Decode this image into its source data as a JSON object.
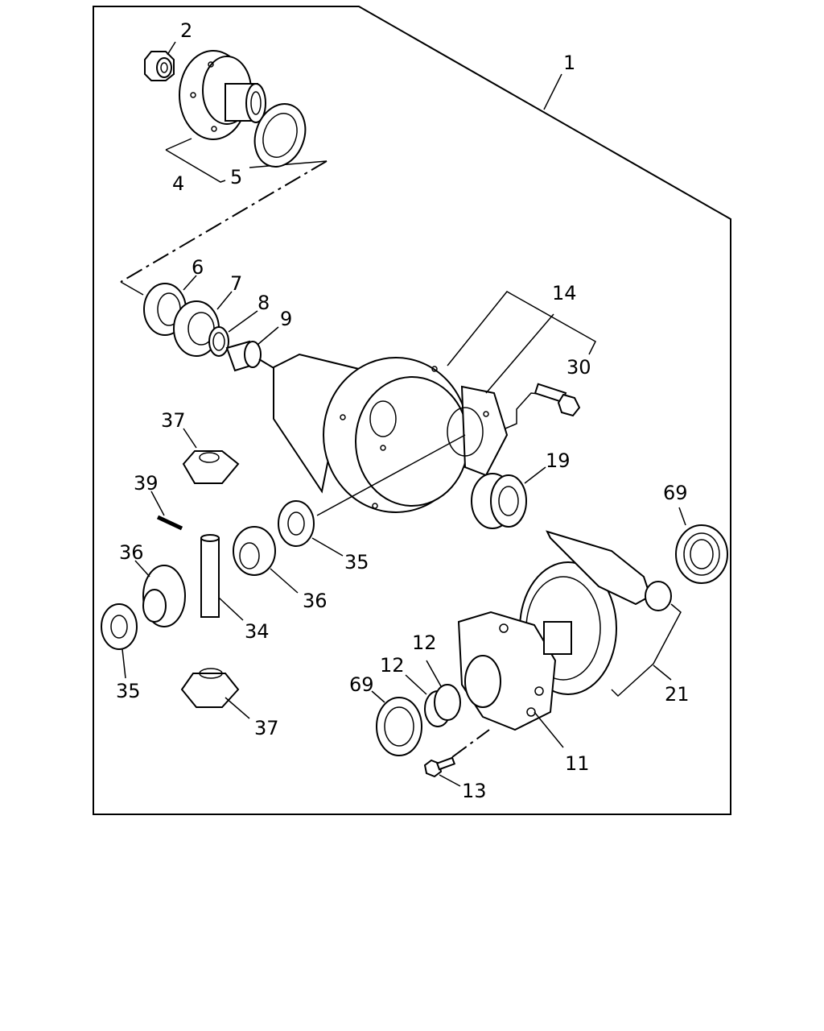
{
  "diagram": {
    "callouts": {
      "c1": "1",
      "c2": "2",
      "c4": "4",
      "c5": "5",
      "c6": "6",
      "c7": "7",
      "c8": "8",
      "c9": "9",
      "c14": "14",
      "c30": "30",
      "c37a": "37",
      "c39": "39",
      "c19": "19",
      "c69a": "69",
      "c36a": "36",
      "c35a": "35",
      "c36b": "36",
      "c34": "34",
      "c35b": "35",
      "c12a": "12",
      "c12b": "12",
      "c69b": "69",
      "c21": "21",
      "c37b": "37",
      "c11": "11",
      "c13": "13"
    },
    "parts": {
      "p1": "differential-assembly",
      "p2": "flange-nut",
      "p4": "companion-flange",
      "p5": "oil-seal",
      "p6": "pinion-bearing-outer",
      "p7": "pinion-bearing",
      "p8": "shim",
      "p9": "collapsible-spacer",
      "p14": "carrier-housing",
      "p30": "bearing-cap-bolt",
      "p37": "side-gear",
      "p39": "lock-pin",
      "p19": "side-bearing",
      "p69": "bearing",
      "p36": "pinion-gear",
      "p35": "thrust-washer",
      "p34": "cross-shaft",
      "p12": "shim-ring",
      "p21": "ring-and-pinion-gear",
      "p11": "differential-case",
      "p13": "ring-gear-bolt"
    }
  }
}
